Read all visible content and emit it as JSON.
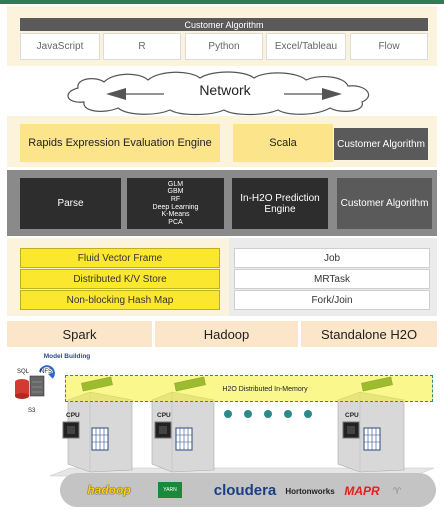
{
  "customer_algorithm_title": "Customer Algorithm",
  "languages": [
    "JavaScript",
    "R",
    "Python",
    "Excel/Tableau",
    "Flow"
  ],
  "network": "Network",
  "rapids": "Rapids  Expression Evaluation Engine",
  "scala": "Scala",
  "customer_algorithm": "Customer Algorithm",
  "parse": "Parse",
  "algorithms": [
    "GLM",
    "GBM",
    "RF",
    "Deep Learning",
    "K-Means",
    "PCA"
  ],
  "h2o_prediction_engine": "In-H2O Prediction Engine",
  "frames": [
    "Fluid Vector Frame",
    "Distributed K/V Store",
    "Non-blocking Hash Map"
  ],
  "jobs": [
    "Job",
    "MRTask",
    "Fork/Join"
  ],
  "platforms": [
    "Spark",
    "Hadoop",
    "Standalone H2O"
  ],
  "model_building": "Model Building",
  "sources": {
    "sql": "SQL",
    "nfs": "NFS",
    "s3": "S3"
  },
  "in_memory": "H2O Distributed In-Memory",
  "cpu": "CPU",
  "vendors": {
    "hadoop": "hadoop",
    "yarn": "YARN",
    "cloudera": "cloudera",
    "hortonworks": "Hortonworks",
    "mapr": "MAPR",
    "misc": "♈"
  },
  "colors": {
    "yellow": "#fbe82e",
    "cream": "#fbf3dc",
    "dark": "#2d2d2d",
    "gray": "#5a5a5a",
    "green": "#2e7d55"
  }
}
